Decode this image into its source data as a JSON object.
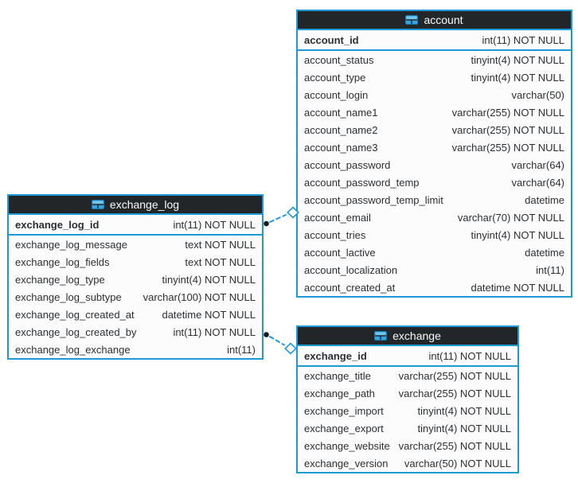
{
  "diagram": {
    "type": "database-schema",
    "colors": {
      "accent_blue": "#1d9ad6",
      "table_header_bg": "#232629",
      "table_header_text": "#fcfcfc",
      "row_bg": "#fcfcfc",
      "row_text": "#2b2f33",
      "relation_dot": "#1a1a1a"
    }
  },
  "tables": [
    {
      "title": "account",
      "icon": "table-grid-icon",
      "primary_key": {
        "name": "account_id",
        "type": "int(11) NOT NULL"
      },
      "fields": [
        {
          "name": "account_status",
          "type": "tinyint(4) NOT NULL"
        },
        {
          "name": "account_type",
          "type": "tinyint(4) NOT NULL"
        },
        {
          "name": "account_login",
          "type": "varchar(50)"
        },
        {
          "name": "account_name1",
          "type": "varchar(255) NOT NULL"
        },
        {
          "name": "account_name2",
          "type": "varchar(255) NOT NULL"
        },
        {
          "name": "account_name3",
          "type": "varchar(255) NOT NULL"
        },
        {
          "name": "account_password",
          "type": "varchar(64)"
        },
        {
          "name": "account_password_temp",
          "type": "varchar(64)"
        },
        {
          "name": "account_password_temp_limit",
          "type": "datetime"
        },
        {
          "name": "account_email",
          "type": "varchar(70) NOT NULL"
        },
        {
          "name": "account_tries",
          "type": "tinyint(4) NOT NULL"
        },
        {
          "name": "account_lactive",
          "type": "datetime"
        },
        {
          "name": "account_localization",
          "type": "int(11)"
        },
        {
          "name": "account_created_at",
          "type": "datetime NOT NULL"
        }
      ]
    },
    {
      "title": "exchange_log",
      "icon": "table-grid-icon",
      "primary_key": {
        "name": "exchange_log_id",
        "type": "int(11) NOT NULL"
      },
      "fields": [
        {
          "name": "exchange_log_message",
          "type": "text NOT NULL"
        },
        {
          "name": "exchange_log_fields",
          "type": "text NOT NULL"
        },
        {
          "name": "exchange_log_type",
          "type": "tinyint(4) NOT NULL"
        },
        {
          "name": "exchange_log_subtype",
          "type": "varchar(100) NOT NULL"
        },
        {
          "name": "exchange_log_created_at",
          "type": "datetime NOT NULL"
        },
        {
          "name": "exchange_log_created_by",
          "type": "int(11) NOT NULL"
        },
        {
          "name": "exchange_log_exchange",
          "type": "int(11)"
        }
      ]
    },
    {
      "title": "exchange",
      "icon": "table-grid-icon",
      "primary_key": {
        "name": "exchange_id",
        "type": "int(11) NOT NULL"
      },
      "fields": [
        {
          "name": "exchange_title",
          "type": "varchar(255) NOT NULL"
        },
        {
          "name": "exchange_path",
          "type": "varchar(255) NOT NULL"
        },
        {
          "name": "exchange_import",
          "type": "tinyint(4) NOT NULL"
        },
        {
          "name": "exchange_export",
          "type": "tinyint(4) NOT NULL"
        },
        {
          "name": "exchange_website",
          "type": "varchar(255) NOT NULL"
        },
        {
          "name": "exchange_version",
          "type": "varchar(50) NOT NULL"
        }
      ]
    }
  ],
  "relations": [
    {
      "from_table": "exchange_log",
      "from_side": "right",
      "from_row": "exchange_log_id",
      "to_table": "account",
      "to_side": "left",
      "line_style": "dashed",
      "start_marker": "filled-dot",
      "end_marker": "open-diamond"
    },
    {
      "from_table": "exchange_log",
      "from_side": "right",
      "from_row": "exchange_log_created_by",
      "to_table": "exchange",
      "to_side": "left",
      "line_style": "dashed",
      "start_marker": "filled-dot",
      "end_marker": "open-diamond"
    }
  ]
}
